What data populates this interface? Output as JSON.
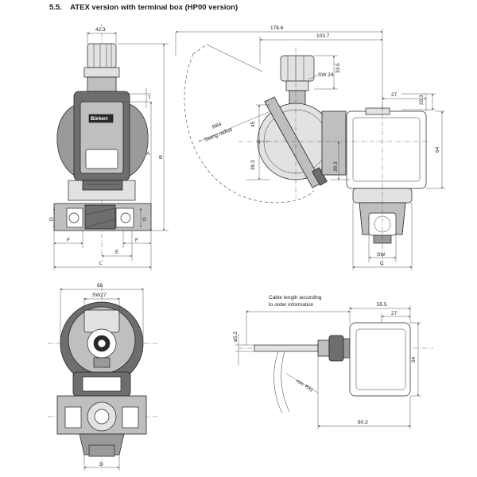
{
  "heading": {
    "number": "5.5.",
    "title": "ATEX version with terminal box (HP00 version)"
  },
  "dimensions": {
    "front_top_width": "42.3",
    "small_gap": "7",
    "height_A": "A",
    "height_B": "B",
    "port_G_left": "G",
    "port_G_right": "G",
    "F_left": "F",
    "F_right": "F",
    "E": "E",
    "L": "L",
    "side_178": "178.6",
    "side_103": "103.7",
    "side_33": "33.5",
    "sw24": "SW 24",
    "side_27": "27",
    "side_20": "20.3",
    "side_45": "45",
    "radius": "R84",
    "swing": "Swing radius",
    "side_39_left": "39.3",
    "side_39_right": "39.3",
    "side_64": "64",
    "sw_bottom": "SW",
    "c_bottom": "C",
    "top_68": "68",
    "sw27": "SW27",
    "d_bottom": "D",
    "cable_note_1": "Cable length according",
    "cable_note_2": "to order information",
    "cab_55": "55.5",
    "cab_27": "27",
    "cab_dia": "ø5.2",
    "cab_64": "64",
    "cab_r": "min. R31",
    "cab_80": "80.3"
  },
  "label_brand": "Bürkert"
}
